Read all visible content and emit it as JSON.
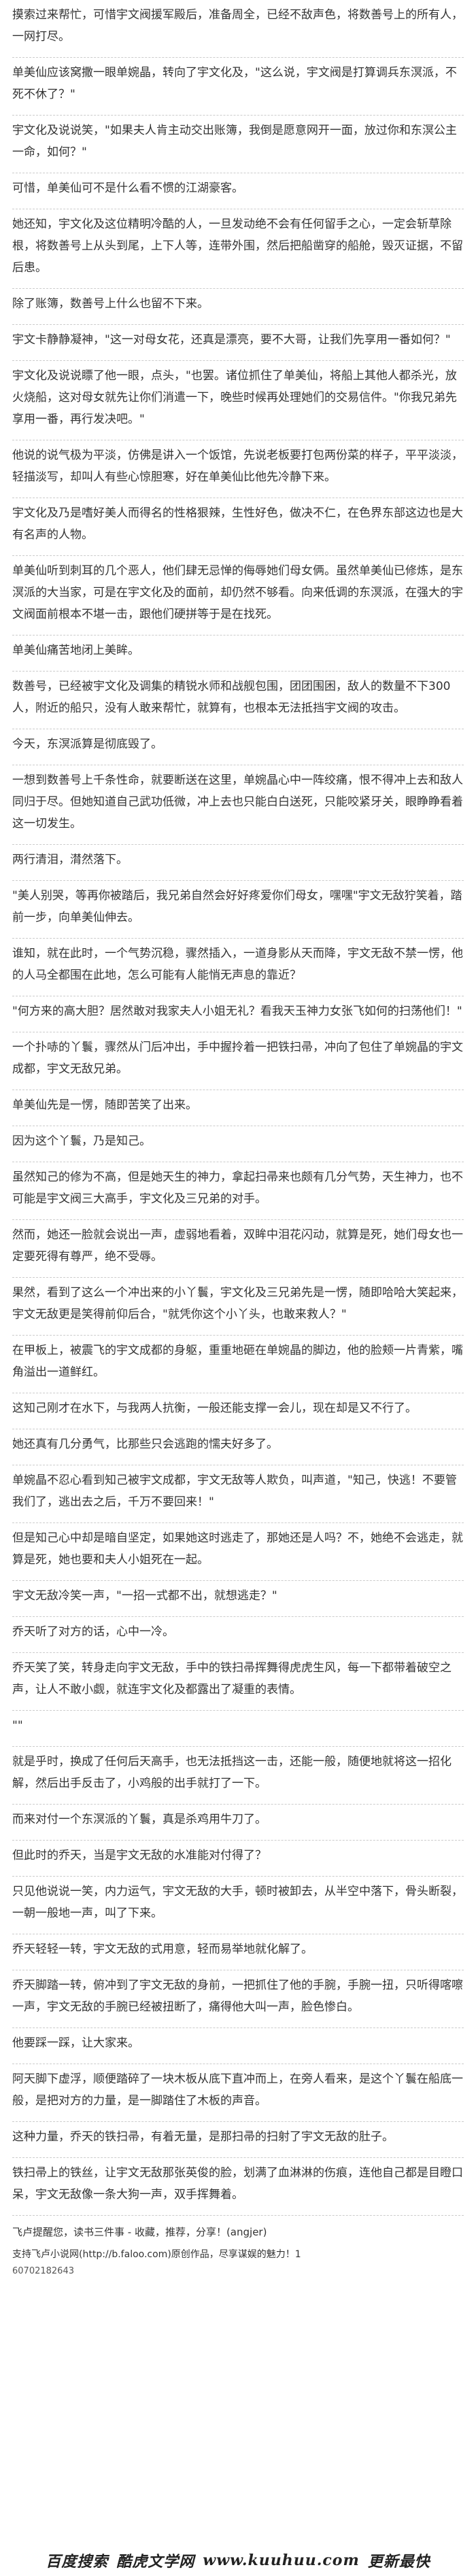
{
  "paragraphs": [
    "摸索过来帮忙，可惜宇文阀援军殿后，准备周全，已经不敌声色，将数善号上的所有人，一网打尽。",
    "单美仙应该窝撒一眼单婉晶，转向了宇文化及，\"这么说，宇文阀是打算调兵东溟派，不死不休了？\"",
    "宇文化及说说笑，\"如果夫人肯主动交出账簿，我倒是愿意网开一面，放过你和东溟公主一命，如何？\"",
    "可惜，单美仙可不是什么看不惯的江湖豪客。",
    "她还知，宇文化及这位精明冷酷的人，一旦发动绝不会有任何留手之心，一定会斩草除根，将数善号上从头到尾，上下人等，连带外围，然后把船凿穿的船舱，毁灭证据，不留后患。",
    "除了账簿，数善号上什么也留不下来。",
    "宇文卡静静凝神，\"这一对母女花，还真是漂亮，要不大哥，让我们先享用一番如何？\"",
    "宇文化及说说瞟了他一眼，点头，\"也罢。诸位抓住了单美仙，将船上其他人都杀光，放火烧船，这对母女就先让你们消遣一下，晚些时候再处理她们的交易信件。\"你我兄弟先享用一番，再行发决吧。\"",
    "他说的说气极为平淡，仿佛是讲入一个饭馆，先说老板要打包两份菜的样子，平平淡淡，轻描淡写，却叫人有些心惊胆寒，好在单美仙比他先冷静下来。",
    "宇文化及乃是嗜好美人而得名的性格狠辣，生性好色，做决不仁，在色界东部这边也是大有名声的人物。",
    "单美仙听到刺耳的几个恶人，他们肆无忌惮的侮辱她们母女俩。虽然单美仙已修炼，是东溟派的大当家，可是在宇文化及的面前，却仍然不够看。向来低调的东溟派，在强大的宇文阀面前根本不堪一击，跟他们硬拼等于是在找死。",
    "单美仙痛苦地闭上美眸。",
    "数善号，已经被宇文化及调集的精锐水师和战舰包围，团团围困，敌人的数量不下300人，附近的船只，没有人敢来帮忙，就算有，也根本无法抵挡宇文阀的攻击。",
    "今天，东溟派算是彻底毁了。",
    "一想到数善号上千条性命，就要断送在这里，单婉晶心中一阵绞痛，恨不得冲上去和敌人同归于尽。但她知道自己武功低微，冲上去也只能白白送死，只能咬紧牙关，眼睁睁看着这一切发生。",
    "两行清泪，潸然落下。",
    "\"美人别哭，等再你被踏后，我兄弟自然会好好疼爱你们母女，嘿嘿\"宇文无敌狞笑着，踏前一步，向单美仙伸去。",
    "谁知，就在此时，一个气势沉稳，骤然插入，一道身影从天而降，宇文无敌不禁一愣，他的人马全都围在此地，怎么可能有人能悄无声息的靠近？",
    "\"何方来的高大胆？居然敢对我家夫人小姐无礼？看我天玉神力女张飞如何的扫荡他们！\"",
    "一个扑哧的丫鬟，骤然从门后冲出，手中握拎着一把铁扫帚，冲向了包住了单婉晶的宇文成都，宇文无敌兄弟。",
    "单美仙先是一愣，随即苦笑了出来。",
    "因为这个丫鬟，乃是知己。",
    "虽然知己的修为不高，但是她天生的神力，拿起扫帚来也颇有几分气势，天生神力，也不可能是宇文阀三大高手，宇文化及三兄弟的对手。",
    "然而，她还一脸就会说出一声，虚弱地看着，双眸中泪花闪动，就算是死，她们母女也一定要死得有尊严，绝不受辱。",
    "果然，看到了这么一个冲出来的小丫鬟，宇文化及三兄弟先是一愣，随即哈哈大笑起来，宇文无敌更是笑得前仰后合，\"就凭你这个小丫头，也敢来救人？\"",
    "在甲板上，被震飞的宇文成都的身躯，重重地砸在单婉晶的脚边，他的脸颊一片青紫，嘴角溢出一道鲜红。",
    "这知己刚才在水下，与我两人抗衡，一般还能支撑一会儿，现在却是又不行了。",
    "她还真有几分勇气，比那些只会逃跑的懦夫好多了。",
    "单婉晶不忍心看到知己被宇文成都，宇文无敌等人欺负，叫声道，\"知己，快逃！不要管我们了，逃出去之后，千万不要回来！\"",
    "但是知己心中却是暗自坚定，如果她这时逃走了，那她还是人吗？不，她绝不会逃走，就算是死，她也要和夫人小姐死在一起。",
    "宇文无敌冷笑一声，\"一招一式都不出，就想逃走？\"",
    "乔天听了对方的话，心中一冷。",
    "乔天笑了笑，转身走向宇文无敌，手中的铁扫帚挥舞得虎虎生风，每一下都带着破空之声，让人不敢小觑，就连宇文化及都露出了凝重的表情。",
    "\"\"",
    "就是乎时，换成了任何后天高手，也无法抵挡这一击，还能一般，随便地就将这一招化解，然后出手反击了，小鸡般的出手就打了一下。",
    "而来对付一个东溟派的丫鬟，真是杀鸡用牛刀了。",
    "但此时的乔天，当是宇文无敌的水准能对付得了？",
    "只见他说说一笑，内力运气，宇文无敌的大手，顿时被卸去，从半空中落下，骨头断裂，一朝一般地一声，叫了下来。",
    "乔天轻轻一转，宇文无敌的式用意，轻而易举地就化解了。",
    "乔天脚踏一转，俯冲到了宇文无敌的身前，一把抓住了他的手腕，手腕一扭，只听得喀嚓一声，宇文无敌的手腕已经被扭断了，痛得他大叫一声，脸色惨白。",
    "他要踩一踩，让大家来。",
    "阿天脚下虚浮，顺便踏碎了一块木板从底下直冲而上，在旁人看来，是这个丫鬟在船底一般，是把对方的力量，是一脚踏住了木板的声音。",
    "这种力量，乔天的铁扫帚，有着无量，是那扫帚的扫射了宇文无敌的肚子。",
    "铁扫帚上的铁丝，让宇文无敌那张英俊的脸，划满了血淋淋的伤痕，连他自己都是目瞪口呆，宇文无敌像一条大狗一声，双手挥舞着。"
  ],
  "footer": {
    "line1": "飞卢提醒您，读书三件事 - 收藏，推荐，分享！(angjer)",
    "line2": "支持飞卢小说网(http://b.faloo.com)原创作品，尽享谋娱的魅力！1",
    "line3": "60702182643"
  },
  "banner": {
    "part1": "百度搜索",
    "part2": "酷虎文学网",
    "part3": "www.kuuhuu.com",
    "part4": "更新最快"
  }
}
